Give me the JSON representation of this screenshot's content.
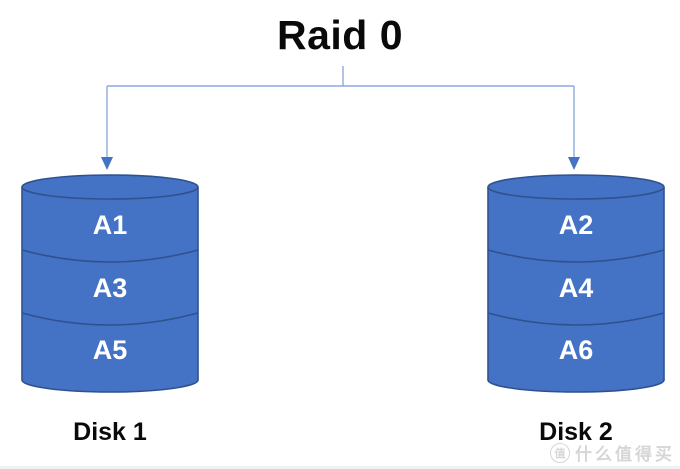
{
  "title": "Raid 0",
  "disks": [
    {
      "name": "Disk 1",
      "blocks": [
        "A1",
        "A3",
        "A5"
      ]
    },
    {
      "name": "Disk 2",
      "blocks": [
        "A2",
        "A4",
        "A6"
      ]
    }
  ],
  "watermark": {
    "logo_char": "值",
    "text": "什么值得买"
  },
  "colors": {
    "disk_fill": "#4472C4",
    "disk_stroke": "#2F528F",
    "connector_line": "#8FAADC",
    "arrowhead": "#4472C4",
    "block_text": "#FFFFFF",
    "title_text": "#000000",
    "watermark_text": "#D6D6D6"
  }
}
